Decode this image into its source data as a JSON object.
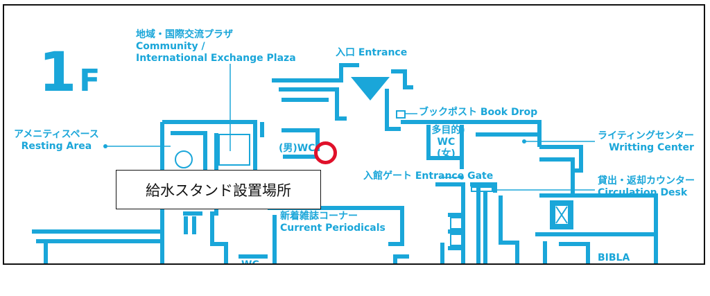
{
  "floor": {
    "number": "1",
    "unit": "F"
  },
  "labels": {
    "community_plaza": {
      "ja": "地域・国際交流プラザ",
      "en1": "Community /",
      "en2": "International Exchange Plaza"
    },
    "entrance": "入口 Entrance",
    "book_drop": "ブックポスト Book Drop",
    "resting_area": {
      "ja": "アメニティスペース",
      "en": "Resting Area"
    },
    "wc_men": "(男)WC",
    "wc_multi": {
      "line1": "(多目的)",
      "line2": "WC",
      "line3": "(女)"
    },
    "writing_center": {
      "ja": "ライティングセンター",
      "en": "Writting Center"
    },
    "entrance_gate": "入館ゲート Entrance Gate",
    "circulation_desk": {
      "ja": "貸出・返却カウンター",
      "en": "Circulation Desk"
    },
    "current_periodicals": {
      "ja": "新着雑誌コーナー",
      "en": "Current Periodicals"
    },
    "bibla": "BIBLA",
    "wc_lower": "WC"
  },
  "callout": {
    "text": "給水スタンド設置場所"
  },
  "colors": {
    "map_line": "#1aa6d9",
    "marker": "#e0102a",
    "frame": "#111111"
  },
  "icons": {
    "entrance_arrow": "triangle-down-icon",
    "marker": "circle-marker-icon"
  }
}
